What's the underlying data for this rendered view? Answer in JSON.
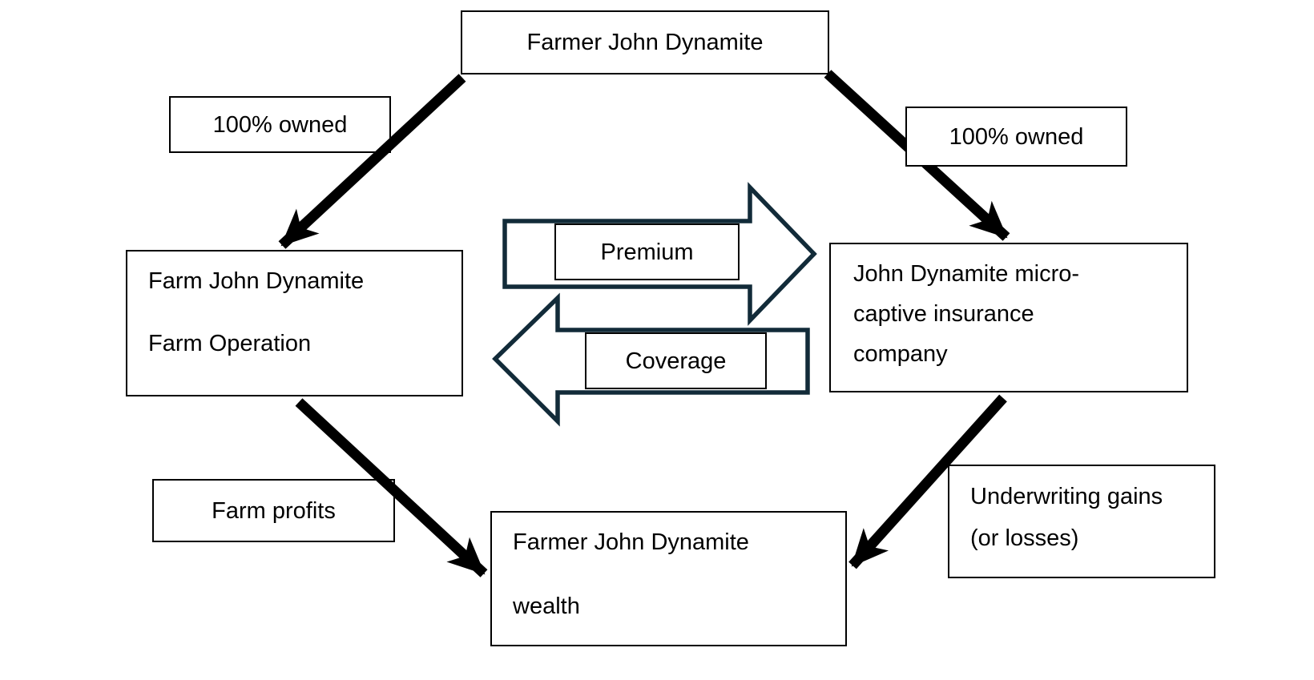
{
  "diagram": {
    "nodes": {
      "owner": {
        "label": "Farmer John Dynamite"
      },
      "farm": {
        "line1": "Farm John Dynamite",
        "line2": "Farm Operation"
      },
      "captive": {
        "label": "John Dynamite micro-captive insurance company"
      },
      "wealth": {
        "line1": "Farmer John Dynamite",
        "line2": "wealth"
      }
    },
    "edges": {
      "owned_left": {
        "label": "100% owned"
      },
      "owned_right": {
        "label": "100% owned"
      },
      "premium": {
        "label": "Premium",
        "direction": "right"
      },
      "coverage": {
        "label": "Coverage",
        "direction": "left"
      },
      "farm_profits": {
        "label": "Farm profits"
      },
      "underwriting": {
        "label": "Underwriting gains (or losses)"
      }
    },
    "colors": {
      "background": "#ffffff",
      "box_border": "#000000",
      "text": "#000000",
      "connector_arrow": "#000000",
      "flow_arrow_outline": "#122b39",
      "flow_arrow_fill": "#ffffff"
    }
  }
}
